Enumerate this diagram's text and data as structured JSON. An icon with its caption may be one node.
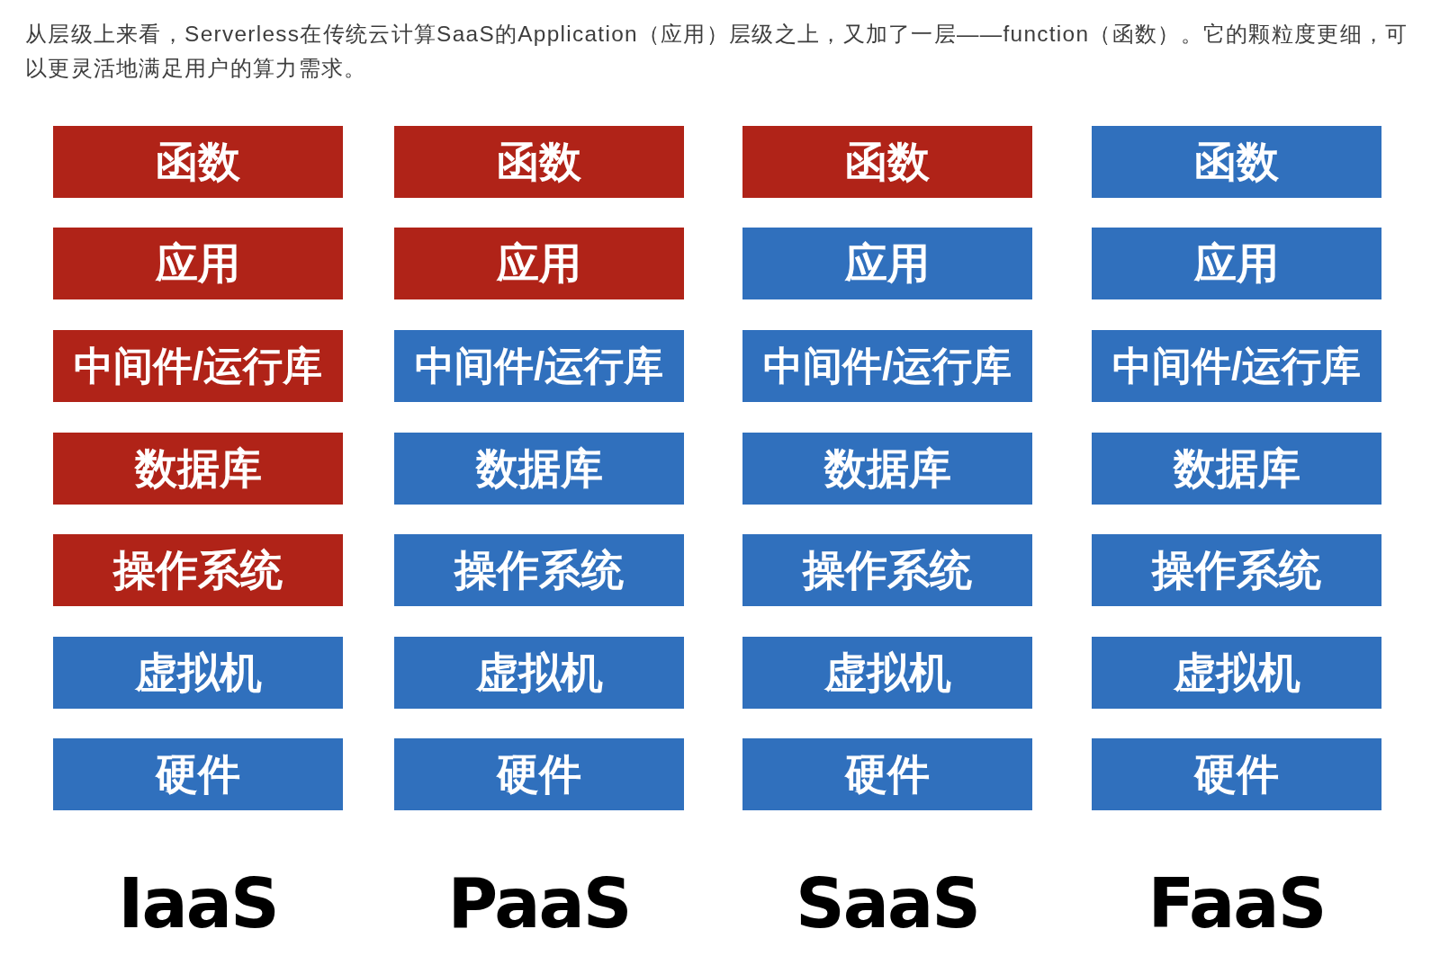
{
  "diagram": {
    "caption": "从层级上来看，Serverless在传统云计算SaaS的Application（应用）层级之上，又加了一层——function（函数）。它的颗粒度更细，可以更灵活地满足用户的算力需求。",
    "nodes": [
      {
        "text": [
          "函数"
        ]
      },
      {
        "text": [
          "函数"
        ]
      },
      {
        "text": [
          "函数"
        ]
      },
      {
        "text": [
          "函数"
        ]
      },
      {
        "text": [
          "应用"
        ]
      },
      {
        "text": [
          "应用"
        ]
      },
      {
        "text": [
          "应用"
        ]
      },
      {
        "text": [
          "应用"
        ]
      },
      {
        "text": [
          "中间件/运行库"
        ]
      },
      {
        "text": [
          "中间件/运行库"
        ]
      },
      {
        "text": [
          "中间件/运行库"
        ]
      },
      {
        "text": [
          "中间件/运行库"
        ]
      },
      {
        "text": [
          "数据库"
        ]
      },
      {
        "text": [
          "数据库"
        ]
      },
      {
        "text": [
          "数据库"
        ]
      },
      {
        "text": [
          "数据库"
        ]
      },
      {
        "text": [
          "操作系统"
        ]
      },
      {
        "text": [
          "操作系统"
        ]
      },
      {
        "text": [
          "操作系统"
        ]
      },
      {
        "text": [
          "操作系统"
        ]
      },
      {
        "text": [
          "虚拟机"
        ]
      },
      {
        "text": [
          "虚拟机"
        ]
      },
      {
        "text": [
          "虚拟机"
        ]
      },
      {
        "text": [
          "虚拟机"
        ]
      },
      {
        "text": [
          "硬件"
        ]
      },
      {
        "text": [
          "硬件"
        ]
      },
      {
        "text": [
          "硬件"
        ]
      },
      {
        "text": [
          "硬件"
        ]
      }
    ],
    "labels": [
      "IaaS",
      "PaaS",
      "SaaS",
      "FaaS"
    ]
  }
}
